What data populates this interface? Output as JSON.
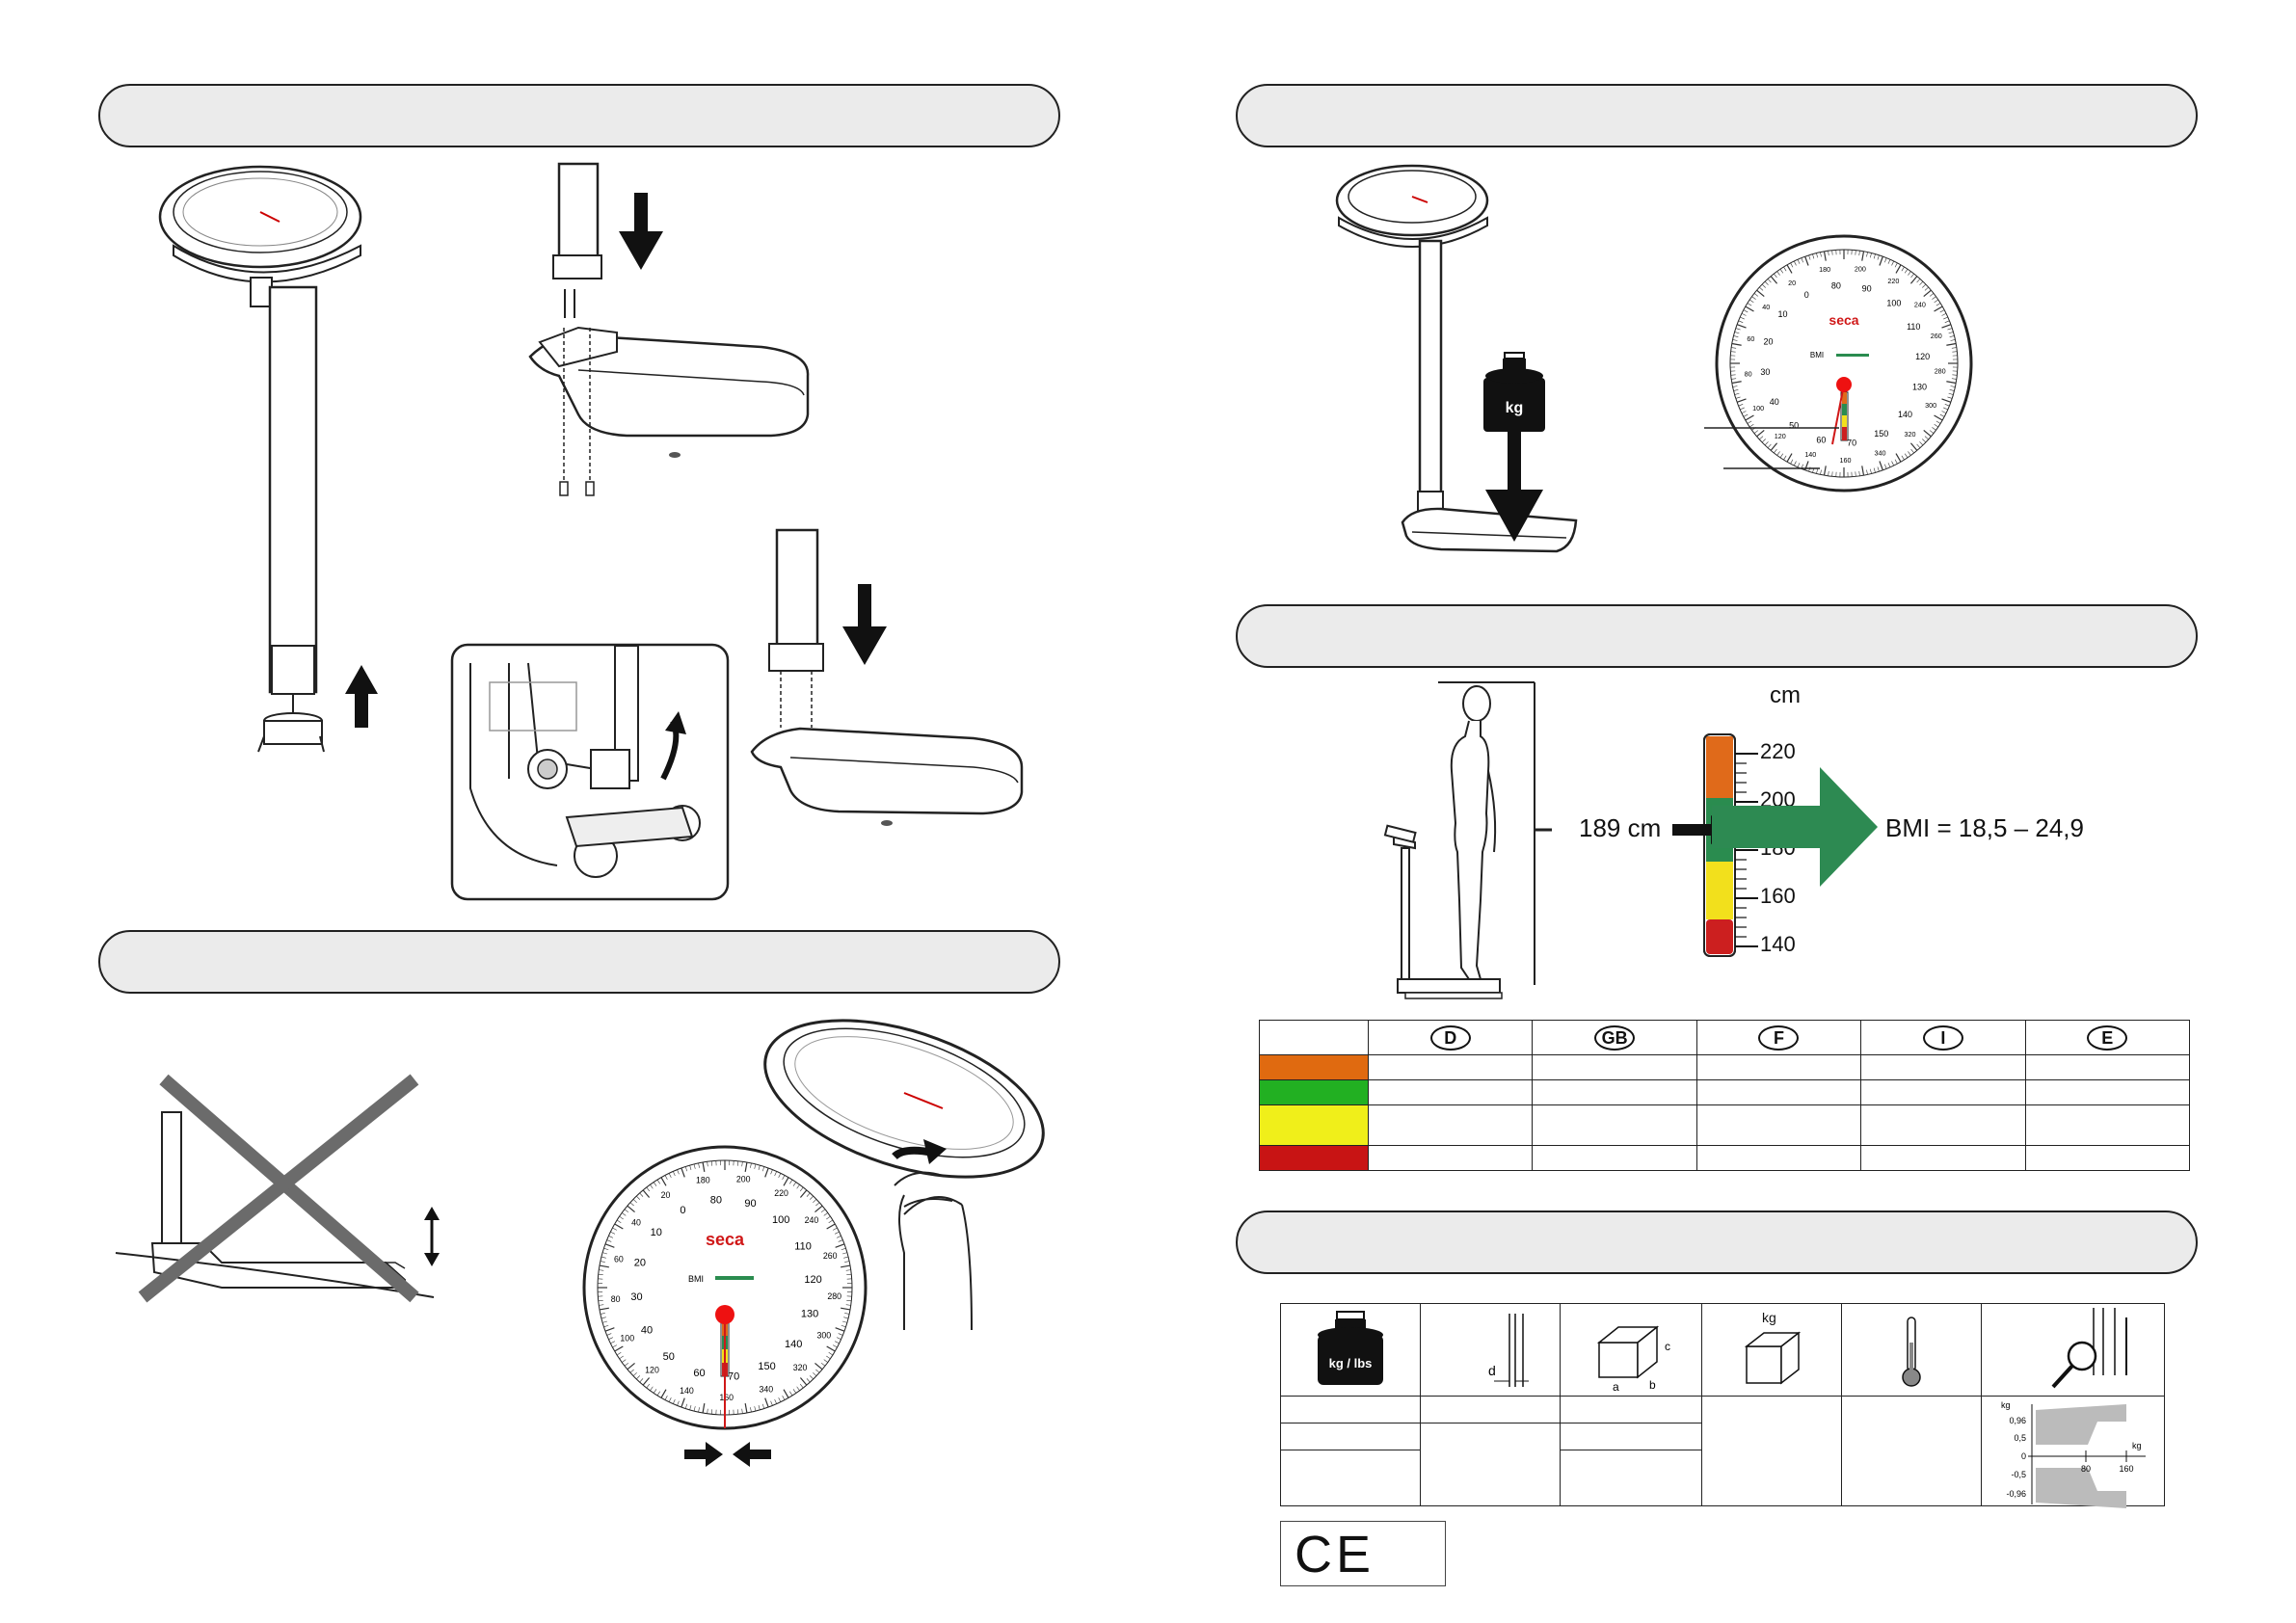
{
  "assembly_weight": {
    "label": "kg"
  },
  "height_chart": {
    "unit": "cm",
    "height_value": "189 cm",
    "ticks": [
      "220",
      "200",
      "180",
      "160",
      "140"
    ],
    "bmi_text": "BMI = 18,5 – 24,9",
    "colors": {
      "orange": "#e06a1a",
      "green": "#2a8c4f",
      "yellow": "#f2e01c",
      "red": "#cc1f1f",
      "arrow": "#2d8a52"
    }
  },
  "bmi_table": {
    "columns": [
      "D",
      "GB",
      "F",
      "I",
      "E"
    ],
    "row_colors": [
      "#e06a10",
      "#22b022",
      "#f0ef1a",
      "#c81414"
    ]
  },
  "dial": {
    "brand": "seca",
    "bmi_label": "BMI",
    "outer_numbers": [
      "180",
      "200",
      "220",
      "240",
      "260",
      "280",
      "300",
      "320",
      "340",
      "160",
      "140",
      "120",
      "100",
      "80",
      "60",
      "40",
      "20"
    ],
    "inner_numbers": [
      "80",
      "90",
      "100",
      "110",
      "120",
      "130",
      "140",
      "150",
      "70",
      "60",
      "50",
      "40",
      "30",
      "20",
      "10",
      "0"
    ]
  },
  "spec_table": {
    "weight_icon_label": "kg / lbs",
    "dimension_letters": [
      "d",
      "a",
      "b",
      "c"
    ],
    "kg_label": "kg",
    "graph": {
      "y_unit": "kg",
      "x_unit": "kg",
      "y_ticks": [
        "0,96",
        "0,5",
        "0",
        "-0,5",
        "-0,96"
      ],
      "x_ticks": [
        "80",
        "160"
      ]
    }
  },
  "ce_mark": "CE"
}
